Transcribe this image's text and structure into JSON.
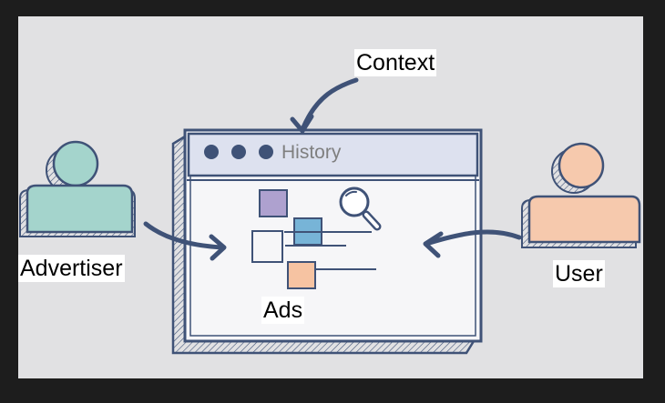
{
  "labels": {
    "context": "Context",
    "history": "History",
    "advertiser": "Advertiser",
    "user": "User",
    "ads": "Ads"
  },
  "colors": {
    "background": "#1d1d1d",
    "canvas": "#e1e1e3",
    "stroke": "#3f5277",
    "window_fill": "#f6f6f8",
    "titlebar_fill": "#dde1ef",
    "advertiser_fill": "#a4d4cc",
    "user_fill": "#f6c9ad",
    "square_purple": "#aea1cf",
    "square_blue": "#77b4d7",
    "square_orange": "#f6c3a2",
    "history_text": "#7f7f7f"
  },
  "icons": [
    "person-icon",
    "magnifier-icon",
    "window-dot-icon"
  ]
}
